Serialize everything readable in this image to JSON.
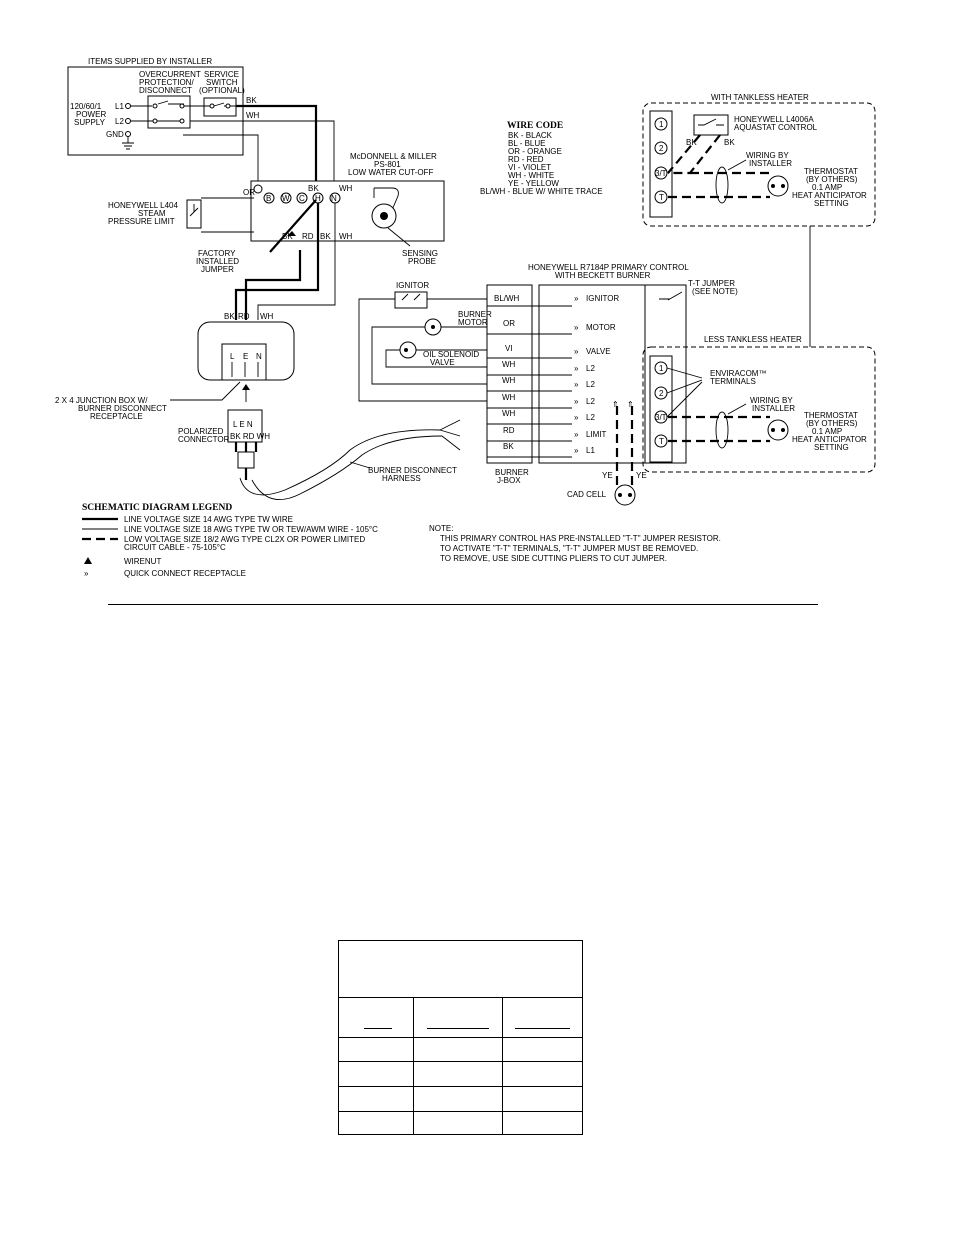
{
  "installer": {
    "title": "ITEMS SUPPLIED BY INSTALLER",
    "overcurrent": [
      "OVERCURRENT",
      "PROTECTION/",
      "DISCONNECT"
    ],
    "service": [
      "SERVICE",
      "SWITCH",
      "(OPTIONAL)"
    ],
    "power": [
      "120/60/1",
      "POWER",
      "SUPPLY"
    ],
    "l1": "L1",
    "l2": "L2",
    "gnd": "GND"
  },
  "lwco": {
    "title": [
      "McDONNELL & MILLER",
      "PS-801",
      "LOW WATER CUT-OFF"
    ],
    "terminals": [
      "B",
      "W",
      "C",
      "H",
      "N"
    ],
    "probe": [
      "SENSING",
      "PROBE"
    ]
  },
  "pressure_limit": [
    "HONEYWELL L404",
    "STEAM",
    "PRESSURE LIMIT"
  ],
  "jumper": [
    "FACTORY",
    "INSTALLED",
    "JUMPER"
  ],
  "junction": {
    "label": [
      "2 X 4 JUNCTION BOX W/",
      "BURNER DISCONNECT",
      "RECEPTACLE"
    ],
    "letters": [
      "L",
      "E",
      "N"
    ],
    "connector": [
      "POLARIZED",
      "CONNECTOR"
    ],
    "harness": [
      "BURNER DISCONNECT",
      "HARNESS"
    ]
  },
  "wire_code": {
    "title": "WIRE CODE",
    "entries": [
      "BK - BLACK",
      "BL - BLUE",
      "OR - ORANGE",
      "RD - RED",
      "VI - VIOLET",
      "WH - WHITE",
      "YE - YELLOW",
      "BL/WH - BLUE W/ WHITE TRACE"
    ]
  },
  "tankless": {
    "title": "WITH TANKLESS HEATER",
    "aquastat": [
      "HONEYWELL L4006A",
      "AQUASTAT CONTROL"
    ],
    "wiring": [
      "WIRING BY",
      "INSTALLER"
    ],
    "thermostat": [
      "THERMOSTAT",
      "(BY OTHERS)",
      "0.1 AMP",
      "HEAT ANTICIPATOR",
      "SETTING"
    ],
    "terminals": [
      "1",
      "2",
      "3/T",
      "T"
    ]
  },
  "less_tankless": {
    "title": "LESS TANKLESS HEATER",
    "enviracom": [
      "ENVIRACOM™",
      "TERMINALS"
    ],
    "wiring": [
      "WIRING BY",
      "INSTALLER"
    ],
    "thermostat": [
      "THERMOSTAT",
      "(BY OTHERS)",
      "0.1 AMP",
      "HEAT ANTICIPATOR",
      "SETTING"
    ],
    "terminals": [
      "1",
      "2",
      "3/T",
      "T"
    ]
  },
  "primary": {
    "title": [
      "HONEYWELL R7184P PRIMARY CONTROL",
      "WITH BECKETT BURNER"
    ],
    "tt_jumper": [
      "T-T JUMPER",
      "(SEE NOTE)"
    ],
    "outputs": [
      "IGNITOR",
      "MOTOR",
      "VALVE",
      "L2",
      "L2",
      "L2",
      "L2",
      "LIMIT",
      "L1"
    ]
  },
  "jbox": {
    "label": [
      "BURNER",
      "J-BOX"
    ],
    "wires": [
      "BL/WH",
      "OR",
      "VI",
      "WH",
      "WH",
      "WH",
      "WH",
      "RD",
      "BK"
    ]
  },
  "components": {
    "ignitor": "IGNITOR",
    "motor": [
      "BURNER",
      "MOTOR"
    ],
    "solenoid": [
      "OIL SOLENOID",
      "VALVE"
    ],
    "cad": "CAD CELL",
    "ye": "YE"
  },
  "wire_tags": {
    "bk": "BK",
    "wh": "WH",
    "rd": "RD",
    "or": "OR"
  },
  "legend": {
    "title": "SCHEMATIC DIAGRAM LEGEND",
    "items": [
      "LINE VOLTAGE SIZE 14 AWG TYPE TW WIRE",
      "LINE VOLTAGE SIZE 18 AWG TYPE TW OR TEW/AWM WIRE - 105°C",
      "LOW VOLTAGE SIZE 18/2 AWG TYPE CL2X OR POWER LIMITED",
      "CIRCUIT CABLE - 75-105°C",
      "WIRENUT",
      "QUICK CONNECT RECEPTACLE"
    ]
  },
  "note": {
    "title": "NOTE:",
    "lines": [
      "THIS PRIMARY CONTROL HAS PRE-INSTALLED \"T-T\" JUMPER RESISTOR.",
      "TO ACTIVATE \"T-T\" TERMINALS, \"T-T\" JUMPER MUST BE REMOVED.",
      "TO REMOVE, USE SIDE CUTTING PLIERS TO CUT JUMPER."
    ]
  }
}
